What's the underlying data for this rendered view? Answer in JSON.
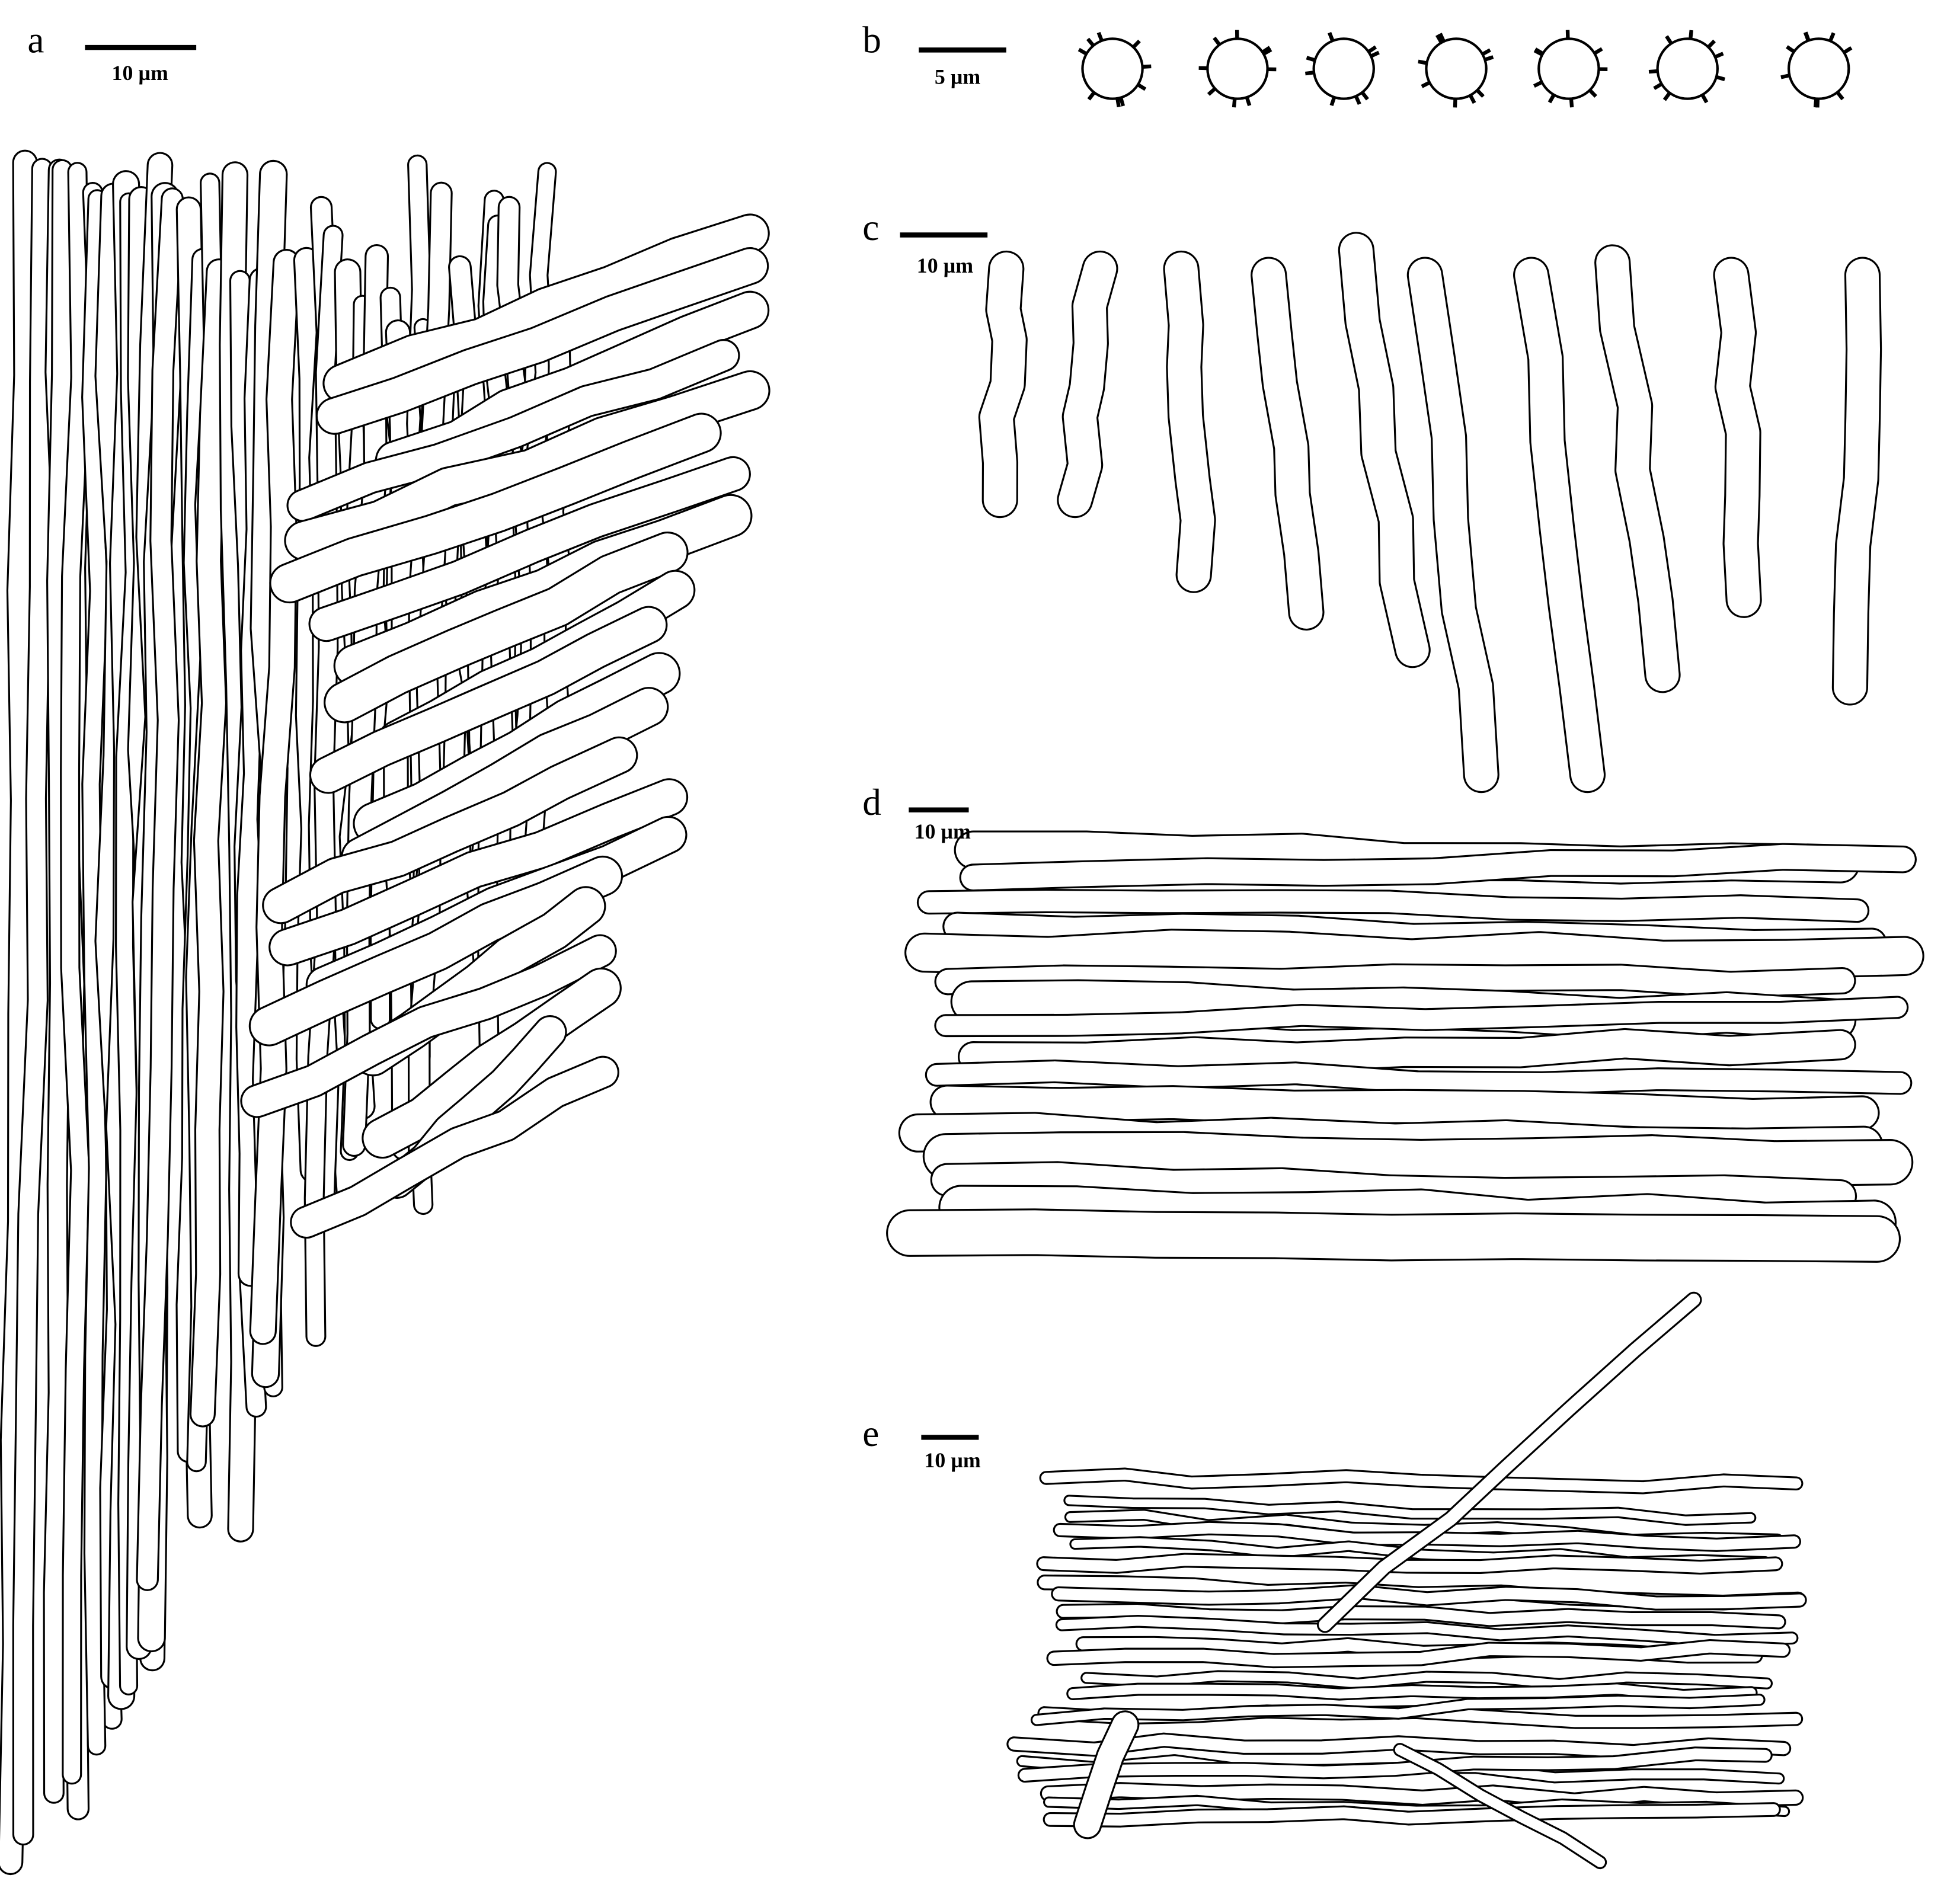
{
  "figure": {
    "panels": [
      {
        "id": "a",
        "label": "a",
        "scale_label": "10 µm"
      },
      {
        "id": "b",
        "label": "b",
        "scale_label": "5 µm"
      },
      {
        "id": "c",
        "label": "c",
        "scale_label": "10 µm"
      },
      {
        "id": "d",
        "label": "d",
        "scale_label": "10 µm"
      },
      {
        "id": "e",
        "label": "e",
        "scale_label": "10 µm"
      }
    ],
    "colors": {
      "line": "#000000",
      "background": "#ffffff"
    }
  }
}
